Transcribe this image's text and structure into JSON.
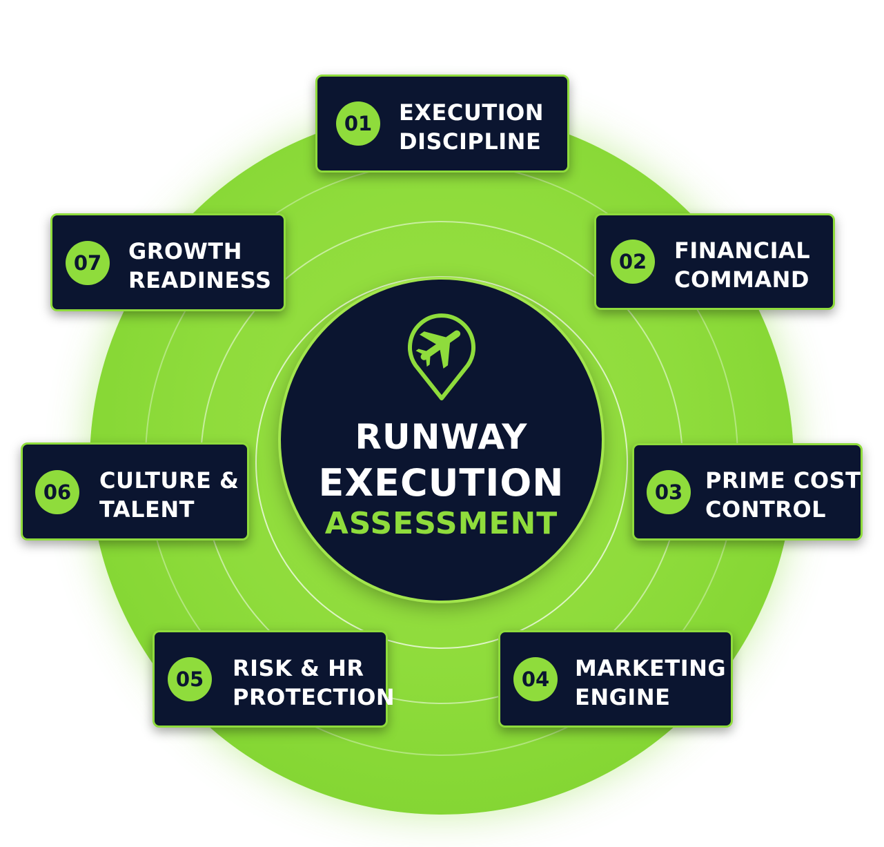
{
  "center": {
    "line1": "RUNWAY",
    "line2": "EXECUTION",
    "line3": "ASSESSMENT",
    "icon": "plane-location-pin-icon"
  },
  "colors": {
    "accent": "#8fdc3c",
    "navy": "#0b1530",
    "text": "#ffffff"
  },
  "items": [
    {
      "number": "01",
      "line1": "EXECUTION",
      "line2": "DISCIPLINE"
    },
    {
      "number": "02",
      "line1": "FINANCIAL",
      "line2": "COMMAND"
    },
    {
      "number": "03",
      "line1": "PRIME COST",
      "line2": "CONTROL"
    },
    {
      "number": "04",
      "line1": "MARKETING",
      "line2": "ENGINE"
    },
    {
      "number": "05",
      "line1": "RISK & HR",
      "line2": "PROTECTION"
    },
    {
      "number": "06",
      "line1": "CULTURE &",
      "line2": "TALENT"
    },
    {
      "number": "07",
      "line1": "GROWTH",
      "line2": "READINESS"
    }
  ]
}
